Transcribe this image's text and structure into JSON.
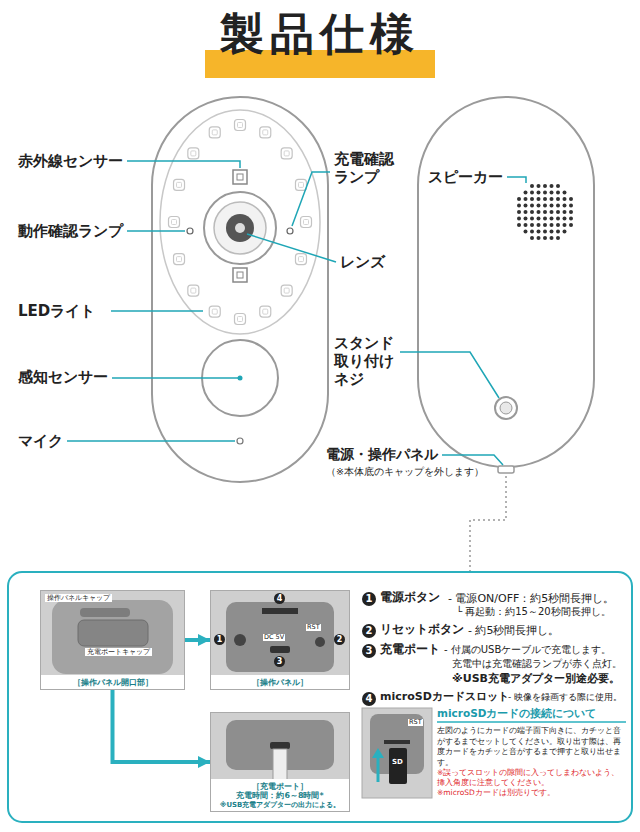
{
  "diagram": {
    "title": "製品仕様",
    "nodes": [
      {
        "text": [
          "操作パネルキャップ",
          "充電ポートキャップ",
          "［操作パネル開口部］"
        ]
      },
      {
        "text": [
          "［操作パネル］"
        ]
      },
      {
        "text": [
          "［充電ポート］",
          "充電時間：約6～8時間*",
          "※USB充電アダプターの出力による。"
        ]
      }
    ],
    "edges": [
      {
        "from": 0,
        "to": 1,
        "arrow": "to"
      },
      {
        "from": 0,
        "to": 2,
        "arrow": "to"
      }
    ],
    "labels": [
      "赤外線センサー",
      "動作確認ランプ",
      "LEDライト",
      "感知センサー",
      "マイク",
      "充電確認ランプ",
      "レンズ",
      "スピーカー",
      "スタンド取り付けネジ",
      "電源・操作パネル",
      "（※本体底のキャップを外します）",
      "4",
      "1",
      "2",
      "3",
      "DC 5V",
      "RST",
      "1",
      "電源ボタン",
      "- 電源ON/OFF：約5秒間長押し。",
      "└ 再起動：約15～20秒間長押し。",
      "2",
      "リセットボタン",
      "- 約5秒間長押し。",
      "3",
      "充電ポート",
      "- 付属のUSBケーブルで充電します。",
      "充電中は充電確認ランプが赤く点灯。",
      "※USB充電アダプター別途必要。",
      "4",
      "microSDカードスロット",
      "- 映像を録画する際に使用。",
      "microSDカードの接続について",
      "SD",
      "RST",
      "左図のようにカードの端子面下向きに、カチッと音がするまでセットしてください。取り出す際は、再度カードをカチッと音がするまで押すと取り出せます。",
      "※誤ってスロットの隙間に入ってしまわないよう、挿入角度に注意してください。",
      "※microSDカードは別売りです。"
    ]
  }
}
